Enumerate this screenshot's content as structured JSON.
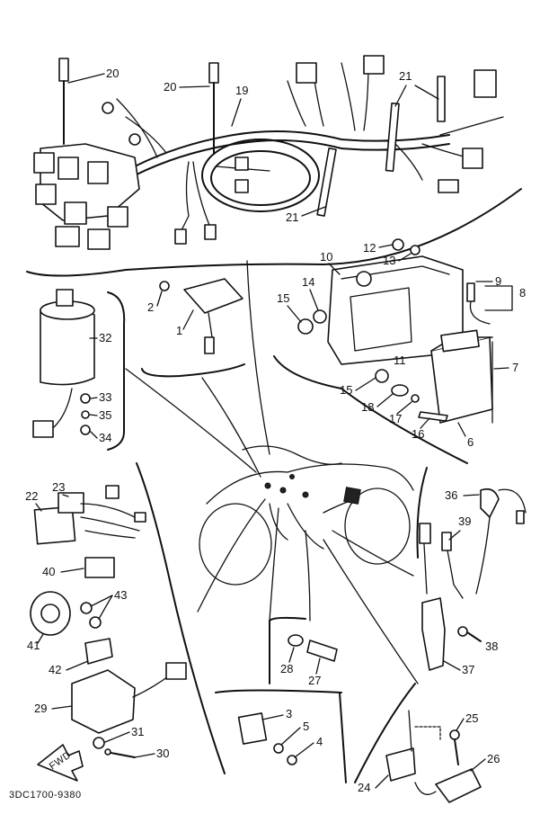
{
  "diagram": {
    "code": "3DC1700-9380",
    "fwd_label": "FWD",
    "callouts": [
      {
        "id": "c20a",
        "text": "20"
      },
      {
        "id": "c20b",
        "text": "20"
      },
      {
        "id": "c19",
        "text": "19"
      },
      {
        "id": "c21a",
        "text": "21"
      },
      {
        "id": "c21b",
        "text": "21"
      },
      {
        "id": "c12",
        "text": "12"
      },
      {
        "id": "c13",
        "text": "13"
      },
      {
        "id": "c10",
        "text": "10"
      },
      {
        "id": "c14",
        "text": "14"
      },
      {
        "id": "c15a",
        "text": "15"
      },
      {
        "id": "c9",
        "text": "9"
      },
      {
        "id": "c8",
        "text": "8"
      },
      {
        "id": "c11",
        "text": "11"
      },
      {
        "id": "c7",
        "text": "7"
      },
      {
        "id": "c15b",
        "text": "15"
      },
      {
        "id": "c18",
        "text": "18"
      },
      {
        "id": "c17",
        "text": "17"
      },
      {
        "id": "c16",
        "text": "16"
      },
      {
        "id": "c6",
        "text": "6"
      },
      {
        "id": "c2",
        "text": "2"
      },
      {
        "id": "c1",
        "text": "1"
      },
      {
        "id": "c32",
        "text": "32"
      },
      {
        "id": "c33",
        "text": "33"
      },
      {
        "id": "c35",
        "text": "35"
      },
      {
        "id": "c34",
        "text": "34"
      },
      {
        "id": "c22",
        "text": "22"
      },
      {
        "id": "c23",
        "text": "23"
      },
      {
        "id": "c40",
        "text": "40"
      },
      {
        "id": "c43",
        "text": "43"
      },
      {
        "id": "c41",
        "text": "41"
      },
      {
        "id": "c42",
        "text": "42"
      },
      {
        "id": "c29",
        "text": "29"
      },
      {
        "id": "c31",
        "text": "31"
      },
      {
        "id": "c30",
        "text": "30"
      },
      {
        "id": "c28",
        "text": "28"
      },
      {
        "id": "c27",
        "text": "27"
      },
      {
        "id": "c3",
        "text": "3"
      },
      {
        "id": "c5",
        "text": "5"
      },
      {
        "id": "c4",
        "text": "4"
      },
      {
        "id": "c36",
        "text": "36"
      },
      {
        "id": "c39",
        "text": "39"
      },
      {
        "id": "c38",
        "text": "38"
      },
      {
        "id": "c37",
        "text": "37"
      },
      {
        "id": "c25",
        "text": "25"
      },
      {
        "id": "c26",
        "text": "26"
      },
      {
        "id": "c24",
        "text": "24"
      }
    ]
  }
}
